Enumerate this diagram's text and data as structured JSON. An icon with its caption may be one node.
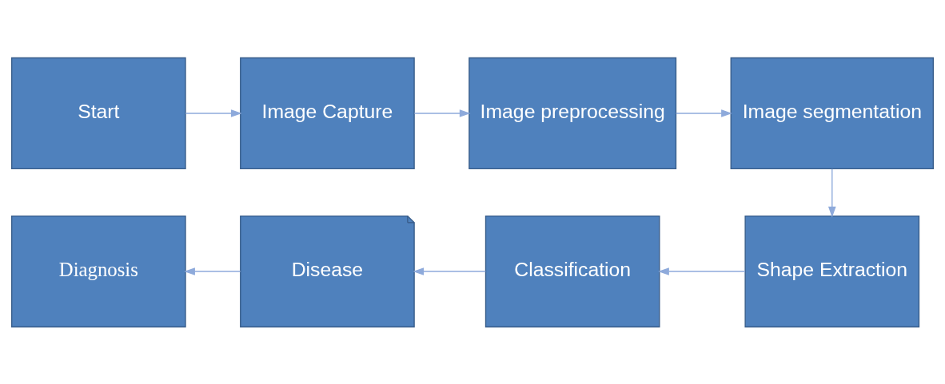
{
  "diagram": {
    "nodes": [
      {
        "text": [
          "Start"
        ]
      },
      {
        "text": [
          "Image Capture"
        ]
      },
      {
        "text": [
          "Image preprocessing"
        ]
      },
      {
        "text": [
          "Image segmentation"
        ]
      },
      {
        "text": [
          "Shape Extraction"
        ]
      },
      {
        "text": [
          "Classification"
        ]
      },
      {
        "text": [
          "Disease"
        ]
      },
      {
        "text": [
          "Diagnosis"
        ]
      }
    ],
    "edges": [
      {
        "from": 0,
        "to": 1,
        "arrow": "to"
      },
      {
        "from": 1,
        "to": 2,
        "arrow": "to"
      },
      {
        "from": 2,
        "to": 3,
        "arrow": "to"
      },
      {
        "from": 3,
        "to": 4,
        "arrow": "to"
      },
      {
        "from": 4,
        "to": 5,
        "arrow": "to"
      },
      {
        "from": 5,
        "to": 6,
        "arrow": "to"
      },
      {
        "from": 6,
        "to": 7,
        "arrow": "to"
      }
    ]
  }
}
